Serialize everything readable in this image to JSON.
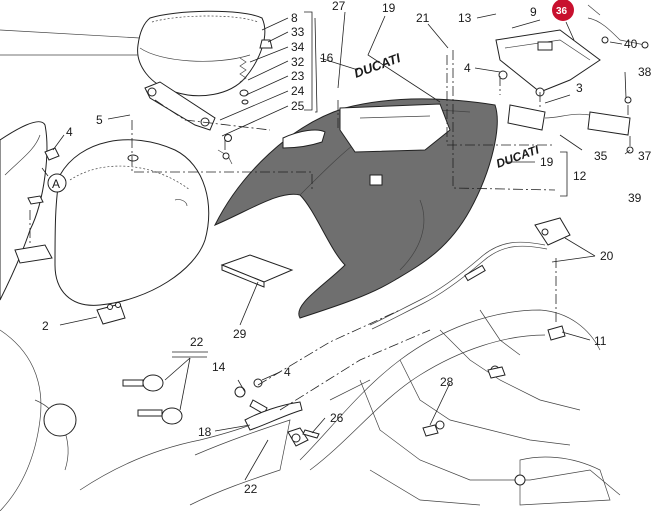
{
  "diagram": {
    "colors": {
      "line": "#222222",
      "tail_fill": "#6f6f6f",
      "highlight": "#c8102e",
      "highlight_text": "#ffffff"
    },
    "highlighted_label": "36",
    "brand_text": {
      "decal_main": "DUCATI",
      "decal_small": "DUCATI"
    },
    "callouts": [
      "2",
      "3",
      "4",
      "4",
      "4",
      "5",
      "8",
      "9",
      "11",
      "12",
      "13",
      "14",
      "16",
      "18",
      "19",
      "19",
      "20",
      "21",
      "22",
      "22",
      "23",
      "24",
      "25",
      "26",
      "27",
      "28",
      "29",
      "32",
      "33",
      "34",
      "35",
      "37",
      "38",
      "39",
      "40"
    ],
    "circle_marker": "A"
  }
}
